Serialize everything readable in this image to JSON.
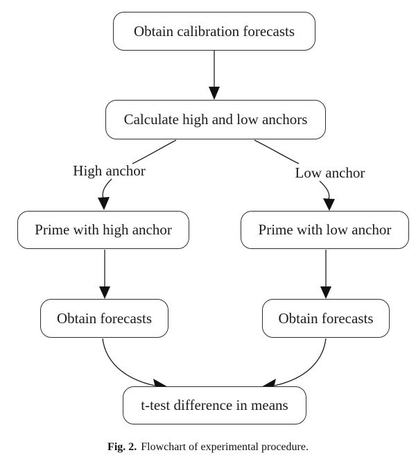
{
  "flowchart": {
    "nodes": [
      {
        "id": "obtain-calibration",
        "label": "Obtain calibration forecasts"
      },
      {
        "id": "calculate-anchors",
        "label": "Calculate high and low anchors"
      },
      {
        "id": "prime-high",
        "label": "Prime with high anchor"
      },
      {
        "id": "prime-low",
        "label": "Prime with low anchor"
      },
      {
        "id": "forecasts-high",
        "label": "Obtain forecasts"
      },
      {
        "id": "forecasts-low",
        "label": "Obtain forecasts"
      },
      {
        "id": "t-test",
        "label": "t-test difference in means"
      }
    ],
    "branch_labels": [
      {
        "text": "High anchor"
      },
      {
        "text": "Low anchor"
      }
    ],
    "edges": [
      {
        "from": "obtain-calibration",
        "to": "calculate-anchors",
        "label": ""
      },
      {
        "from": "calculate-anchors",
        "to": "prime-high",
        "label": "High anchor"
      },
      {
        "from": "calculate-anchors",
        "to": "prime-low",
        "label": "Low anchor"
      },
      {
        "from": "prime-high",
        "to": "forecasts-high",
        "label": ""
      },
      {
        "from": "prime-low",
        "to": "forecasts-low",
        "label": ""
      },
      {
        "from": "forecasts-high",
        "to": "t-test",
        "label": ""
      },
      {
        "from": "forecasts-low",
        "to": "t-test",
        "label": ""
      }
    ],
    "colors": {
      "background": "#ffffff",
      "line": "#1c1c1c",
      "arrowhead": "#111111",
      "box_border": "#2d2d2d",
      "text": "#1b1b1b"
    }
  },
  "caption": {
    "figure_label": "Fig. 2.",
    "text": "Flowchart of experimental procedure."
  }
}
